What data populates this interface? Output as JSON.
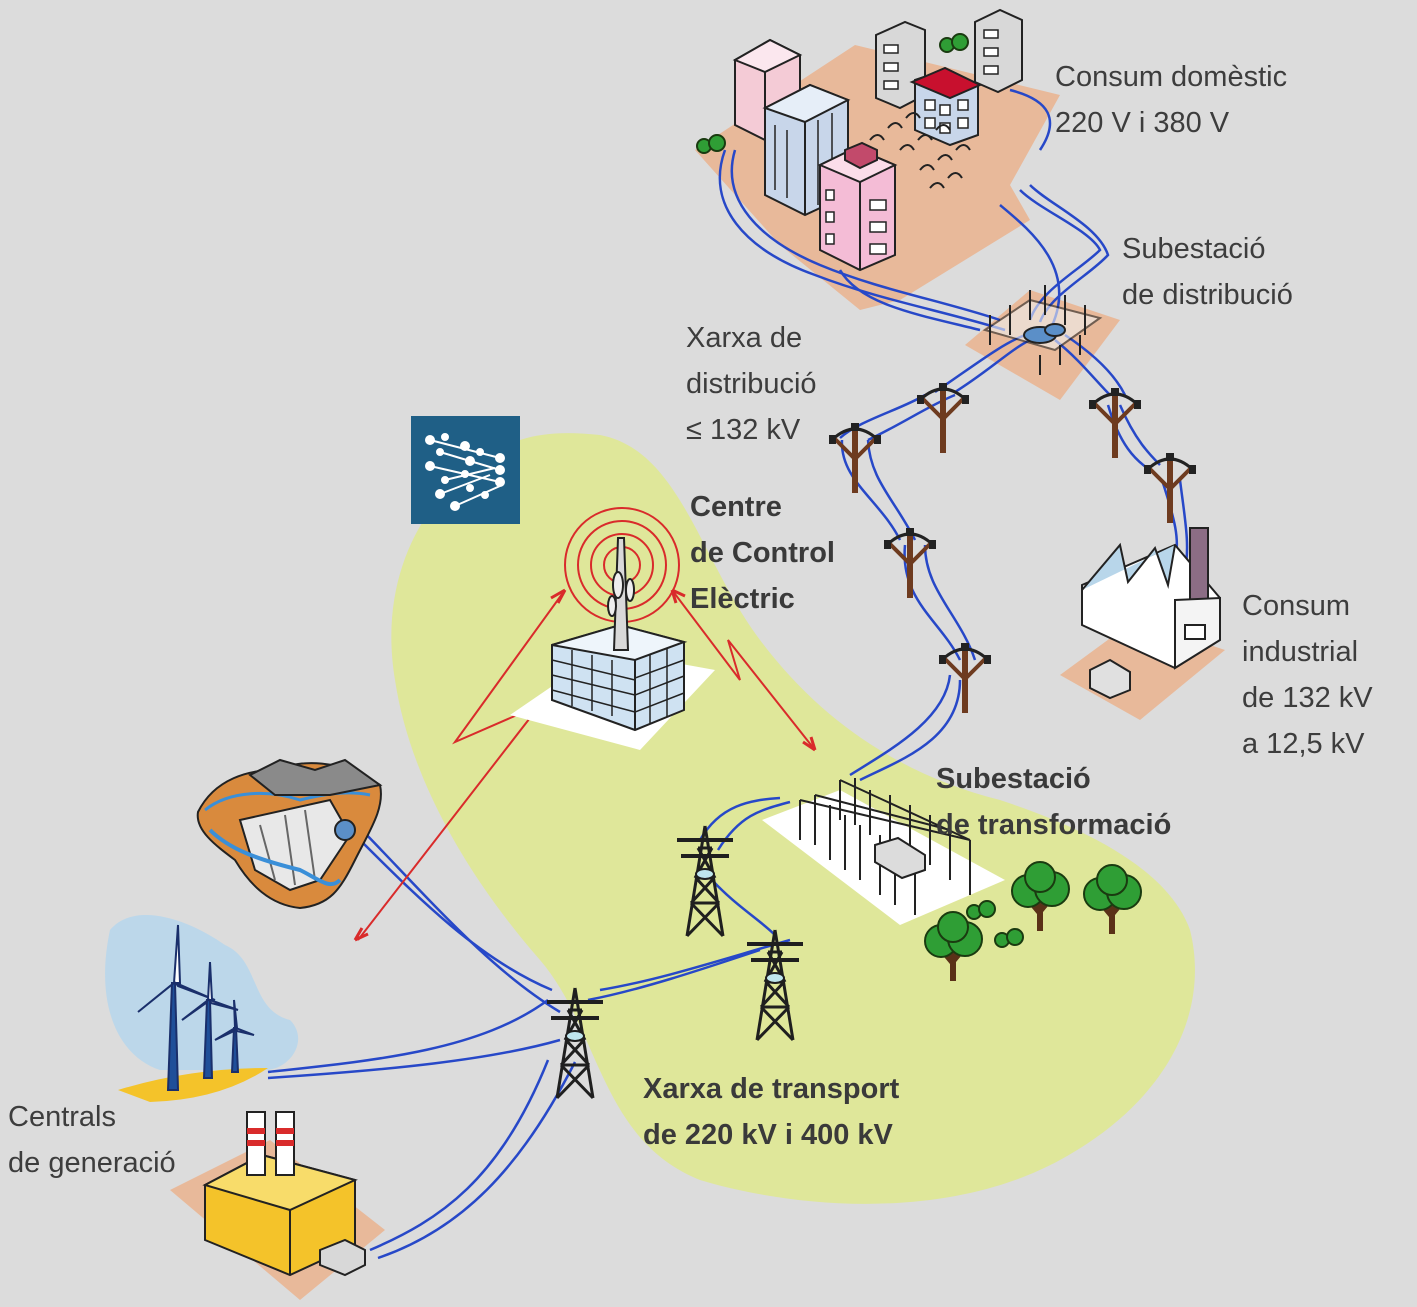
{
  "labels": {
    "consum_domestic": [
      "Consum domèstic",
      "220 V i 380 V"
    ],
    "subestacio_distribucio": [
      "Subestació",
      "de distribució"
    ],
    "xarxa_distribucio": [
      "Xarxa de",
      "distribució",
      "≤ 132 kV"
    ],
    "centre_control": [
      "Centre",
      "de Control",
      "Elèctric"
    ],
    "consum_industrial": [
      "Consum",
      "industrial",
      "de 132 kV",
      "a 12,5 kV"
    ],
    "subestacio_transformacio": [
      "Subestació",
      "de transformació"
    ],
    "centrals_generacio": [
      "Centrals",
      "de generació"
    ],
    "xarxa_transport": [
      "Xarxa de transport",
      "de 220 kV i 400 kV"
    ]
  },
  "colors": {
    "background": "#dcdcdc",
    "zone": "#dfe79a",
    "ground": "#e8b99a",
    "cable": "#2748c8",
    "signal": "#d92b2b",
    "logo": "#1f5f86"
  },
  "icons": [
    "network-logo-icon",
    "antenna-icon",
    "dam-icon",
    "wind-turbine-icon",
    "thermal-plant-icon",
    "pylon-icon",
    "substation-icon",
    "factory-icon",
    "tree-icon"
  ]
}
